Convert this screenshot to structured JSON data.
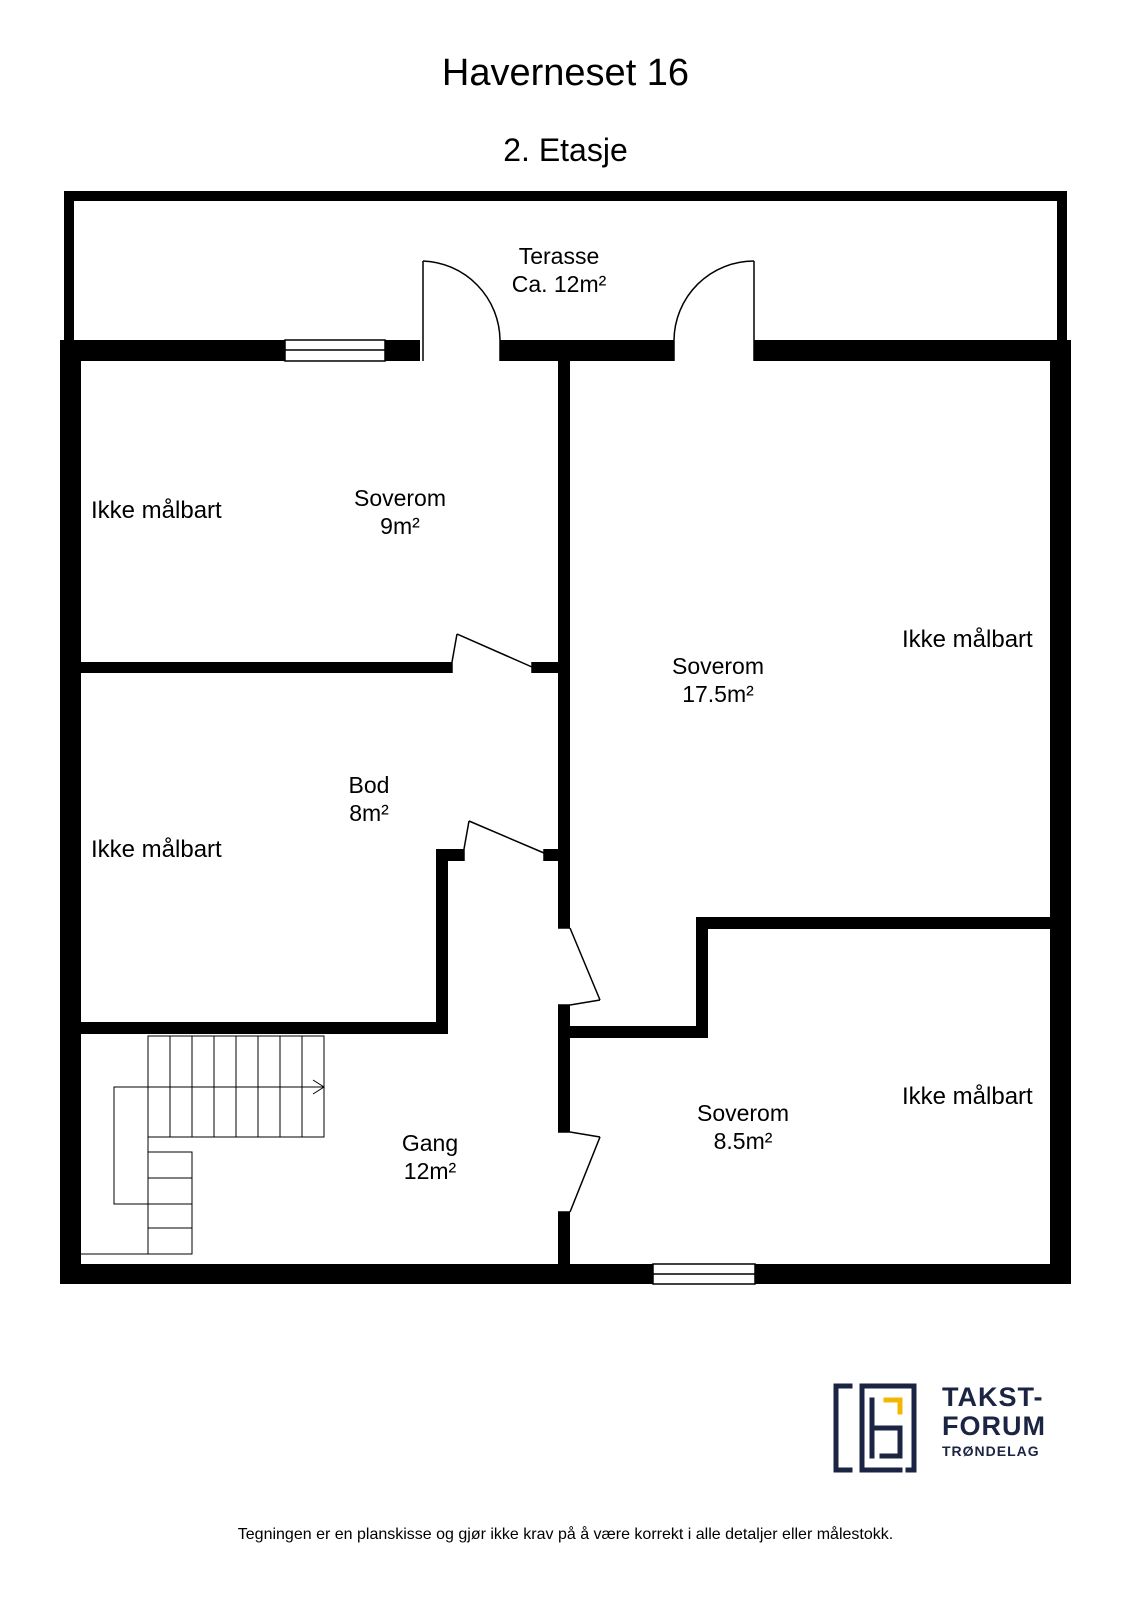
{
  "header": {
    "title": "Haverneset 16",
    "floor": "2. Etasje"
  },
  "rooms": {
    "terrace": {
      "name": "Terasse",
      "area": "Ca. 12m²"
    },
    "bedroom_small": {
      "name": "Soverom",
      "area": "9m²"
    },
    "bedroom_large": {
      "name": "Soverom",
      "area": "17.5m²"
    },
    "storage": {
      "name": "Bod",
      "area": "8m²"
    },
    "hall": {
      "name": "Gang",
      "area": "12m²"
    },
    "bedroom_bottom": {
      "name": "Soverom",
      "area": "8.5m²"
    }
  },
  "notes": {
    "not_measurable_1": "Ikke målbart",
    "not_measurable_2": "Ikke målbart",
    "not_measurable_3": "Ikke målbart",
    "not_measurable_4": "Ikke målbart"
  },
  "logo": {
    "line1": "TAKST-",
    "line2": "FORUM",
    "line3": "TRØNDELAG",
    "primary_color": "#1b2442",
    "accent_color": "#f2b705"
  },
  "footer": {
    "disclaimer": "Tegningen er en planskisse og gjør ikke krav på å være korrekt i alle detaljer eller målestokk."
  }
}
